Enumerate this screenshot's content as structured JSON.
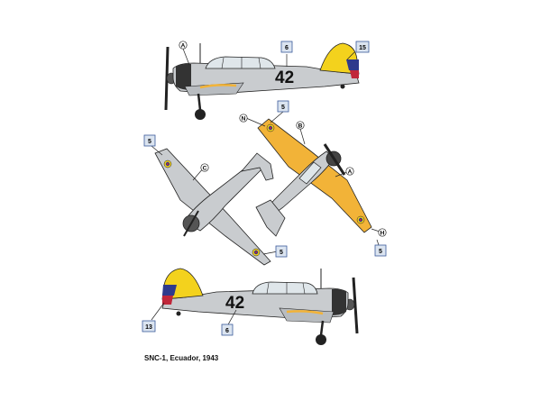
{
  "caption": "SNC-1, Ecuador, 1943",
  "aircraft_number": "42",
  "callouts": {
    "letters": [
      "A",
      "B",
      "C",
      "A",
      "H",
      "N"
    ],
    "boxes": [
      "6",
      "15",
      "5",
      "5",
      "5",
      "5",
      "13",
      "6"
    ]
  },
  "colors": {
    "fuselage_grey": "#c9cccf",
    "wing_yellow": "#f2b338",
    "flag_yellow": "#f3d21d",
    "flag_blue": "#2e3a8c",
    "flag_red": "#c0273a",
    "outline": "#222222",
    "callout_box_fill": "#dbe4f0",
    "callout_box_border": "#3a5a9a"
  }
}
